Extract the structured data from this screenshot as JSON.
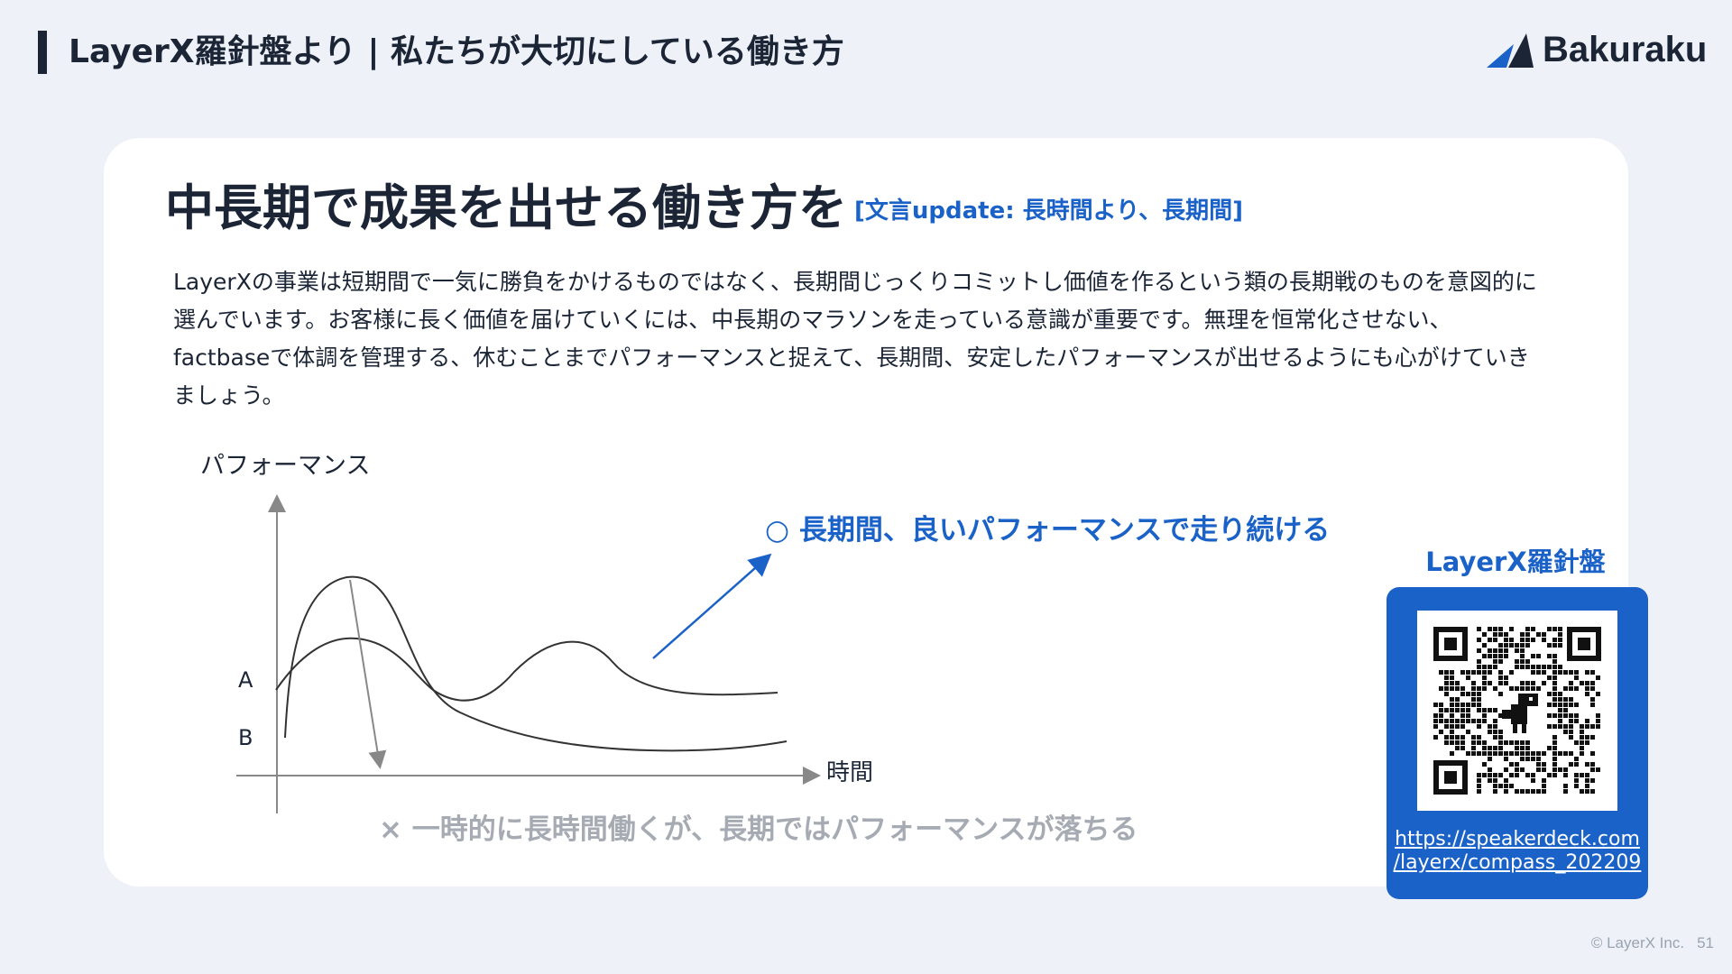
{
  "header": {
    "title": "LayerX羅針盤より | 私たちが大切にしている働き方",
    "logo_text": "Bakuraku"
  },
  "main": {
    "heading": "中長期で成果を出せる働き方を",
    "update_note": "[文言update: 長時間より、長期間]",
    "body": "LayerXの事業は短期間で一気に勝負をかけるものではなく、長期間じっくりコミットし価値を作るという類の長期戦のものを意図的に選んでいます。お客様に長く価値を届けていくには、中長期のマラソンを走っている意識が重要です。無理を恒常化させない、factbaseで体調を管理する、休むことまでパフォーマンスと捉えて、長期間、安定したパフォーマンスが出せるようにも心がけていきましょう。"
  },
  "diagram": {
    "y_axis_label": "パフォーマンス",
    "x_axis_label": "時間",
    "curve_a_label": "A",
    "curve_b_label": "B",
    "good_caption": "○ 長期間、良いパフォーマンスで走り続ける",
    "bad_caption": "× 一時的に長時間働くが、長期ではパフォーマンスが落ちる"
  },
  "qr": {
    "title": "LayerX羅針盤",
    "link_line1": "https://speakerdeck.com",
    "link_line2": "/layerx/compass_202209"
  },
  "footer": {
    "copyright": "© LayerX Inc.",
    "page_number": "51"
  },
  "colors": {
    "accent": "#1a62c7",
    "text": "#1b2536",
    "background": "#eef2f8",
    "muted": "#a6abb3"
  }
}
